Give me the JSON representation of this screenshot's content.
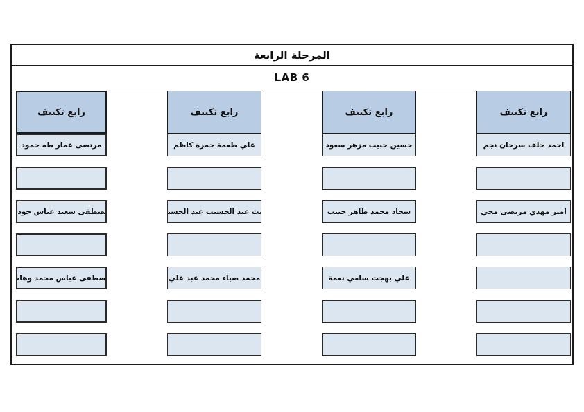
{
  "document": {
    "stage_title": "المرحلة الرابعة",
    "lab_title": "LAB 6"
  },
  "groups": [
    {
      "header": "رابع تكييف",
      "rows": [
        "احمد خلف سرحان نجم",
        "",
        "امير مهدي مرتضى محي",
        "",
        "",
        "",
        ""
      ]
    },
    {
      "header": "رابع تكييف",
      "rows": [
        "حسين حبيب مزهر سعود",
        "",
        "سجاد محمد ظاهر حبيب",
        "",
        "علي بهجت سامي نعمة",
        "",
        ""
      ]
    },
    {
      "header": "رابع تكييف",
      "rows": [
        "علي طعمة حمزة كاظم",
        "",
        "غيث عبد الحسيب عبد الحسين",
        "",
        "محمد ضياء محمد عبد علي",
        "",
        ""
      ]
    },
    {
      "header": "رابع تكييف",
      "rows": [
        "مرتضى عمار طه حمود",
        "",
        "مصطفى سعيد عباس جودة",
        "",
        "مصطفى عباس محمد وهاب",
        "",
        ""
      ]
    }
  ],
  "colors": {
    "header_fill": "#b8cce4",
    "cell_fill": "#dce6f1",
    "border": "#000000",
    "page_background": "#ffffff"
  }
}
